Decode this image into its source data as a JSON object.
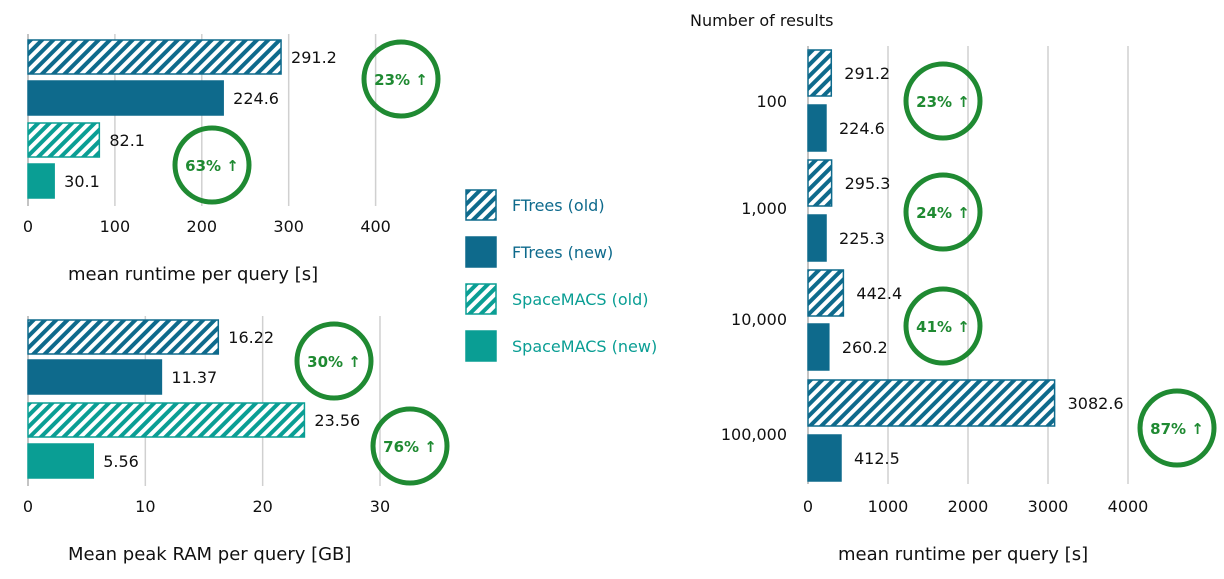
{
  "colors": {
    "ftrees": "#0e6a8c",
    "spacemacs": "#0a9e94",
    "badge": "#1f8a32",
    "grid": "#d0d0d0"
  },
  "legend": [
    {
      "label": "FTrees (old)",
      "style": "hatched",
      "color": "#0e6a8c"
    },
    {
      "label": "FTrees (new)",
      "style": "solid",
      "color": "#0e6a8c"
    },
    {
      "label": "SpaceMACS (old)",
      "style": "hatched",
      "color": "#0a9e94"
    },
    {
      "label": "SpaceMACS (new)",
      "style": "solid",
      "color": "#0a9e94"
    }
  ],
  "chart_data": [
    {
      "type": "bar",
      "orientation": "horizontal",
      "xlabel": "mean runtime per query [s]",
      "xticks": [
        0,
        100,
        200,
        300,
        400
      ],
      "xlim": [
        0,
        400
      ],
      "grid": true,
      "bars": [
        {
          "series": "FTrees (old)",
          "value": 291.2,
          "label": "291.2"
        },
        {
          "series": "FTrees (new)",
          "value": 224.6,
          "label": "224.6"
        },
        {
          "series": "SpaceMACS (old)",
          "value": 82.1,
          "label": "82.1"
        },
        {
          "series": "SpaceMACS (new)",
          "value": 30.1,
          "label": "30.1"
        }
      ],
      "annotations": [
        {
          "text": "23%",
          "arrow": "↑",
          "group": "FTrees"
        },
        {
          "text": "63%",
          "arrow": "↑",
          "group": "SpaceMACS"
        }
      ]
    },
    {
      "type": "bar",
      "orientation": "horizontal",
      "xlabel": "Mean peak RAM per query [GB]",
      "xticks": [
        0,
        10,
        20,
        30
      ],
      "xlim": [
        0,
        30
      ],
      "grid": true,
      "bars": [
        {
          "series": "FTrees (old)",
          "value": 16.22,
          "label": "16.22"
        },
        {
          "series": "FTrees (new)",
          "value": 11.37,
          "label": "11.37"
        },
        {
          "series": "SpaceMACS (old)",
          "value": 23.56,
          "label": "23.56"
        },
        {
          "series": "SpaceMACS (new)",
          "value": 5.56,
          "label": "5.56"
        }
      ],
      "annotations": [
        {
          "text": "30%",
          "arrow": "↑",
          "group": "FTrees"
        },
        {
          "text": "76%",
          "arrow": "↑",
          "group": "SpaceMACS"
        }
      ]
    },
    {
      "type": "bar",
      "orientation": "horizontal",
      "title": "Number of results",
      "xlabel": "mean runtime per query [s]",
      "xticks": [
        0,
        1000,
        2000,
        3000,
        4000
      ],
      "xlim": [
        0,
        4000
      ],
      "grid": true,
      "categories": [
        "100",
        "1,000",
        "10,000",
        "100,000"
      ],
      "series": [
        {
          "name": "FTrees (old)",
          "values": [
            291.2,
            295.3,
            442.4,
            3082.6
          ],
          "labels": [
            "291.2",
            "295.3",
            "442.4",
            "3082.6"
          ]
        },
        {
          "name": "FTrees (new)",
          "values": [
            224.6,
            225.3,
            260.2,
            412.5
          ],
          "labels": [
            "224.6",
            "225.3",
            "260.2",
            "412.5"
          ]
        }
      ],
      "annotations": [
        {
          "category": "100",
          "text": "23%",
          "arrow": "↑"
        },
        {
          "category": "1,000",
          "text": "24%",
          "arrow": "↑"
        },
        {
          "category": "10,000",
          "text": "41%",
          "arrow": "↑"
        },
        {
          "category": "100,000",
          "text": "87%",
          "arrow": "↑"
        }
      ]
    }
  ]
}
